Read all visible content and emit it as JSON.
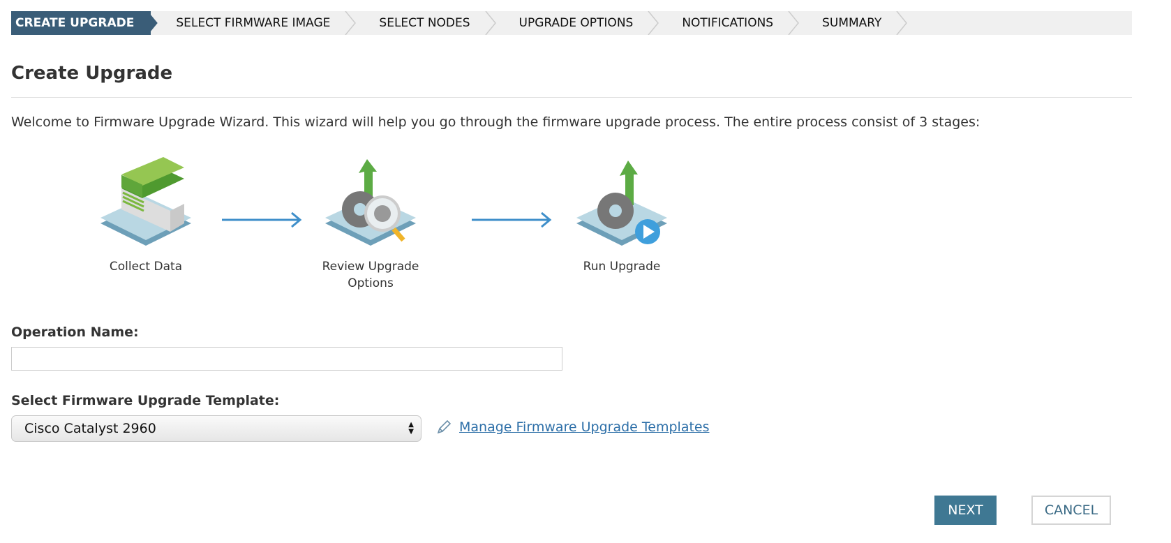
{
  "wizard_steps": [
    {
      "label": "CREATE UPGRADE",
      "active": true
    },
    {
      "label": "SELECT FIRMWARE IMAGE",
      "active": false
    },
    {
      "label": "SELECT NODES",
      "active": false
    },
    {
      "label": "UPGRADE OPTIONS",
      "active": false
    },
    {
      "label": "NOTIFICATIONS",
      "active": false
    },
    {
      "label": "SUMMARY",
      "active": false
    }
  ],
  "page_title": "Create Upgrade",
  "intro": "Welcome to Firmware Upgrade Wizard. This wizard will help you go through the firmware upgrade process. The entire process consist of 3 stages:",
  "stages": [
    {
      "label": "Collect Data",
      "icon": "data-stack-icon"
    },
    {
      "label": "Review Upgrade Options",
      "icon": "review-gear-icon"
    },
    {
      "label": "Run Upgrade",
      "icon": "run-gear-icon"
    }
  ],
  "form": {
    "operation_name_label": "Operation Name:",
    "operation_name_value": "",
    "template_label": "Select Firmware Upgrade Template:",
    "template_value": "Cisco Catalyst 2960",
    "manage_link": "Manage Firmware Upgrade Templates"
  },
  "buttons": {
    "next": "NEXT",
    "cancel": "CANCEL"
  },
  "colors": {
    "active_step": "#3a5d78",
    "primary_button": "#3f7893",
    "link": "#2d6fa8"
  }
}
